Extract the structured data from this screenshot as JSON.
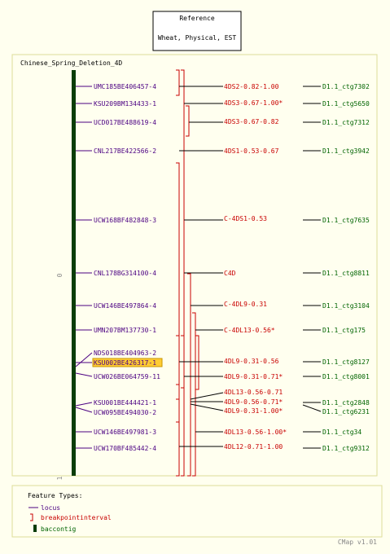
{
  "reference": {
    "title": "Reference",
    "subtitle": "Wheat, Physical, EST"
  },
  "map": {
    "name": "Chinese_Spring_Deletion_4D",
    "scale_top": "0",
    "scale_bottom": "1"
  },
  "loci": [
    {
      "label": "UMC185BE406457-4"
    },
    {
      "label": "KSU209BM134433-1"
    },
    {
      "label": "UCD017BE488619-4"
    },
    {
      "label": "CNL217BE422566-2"
    },
    {
      "label": "UCW168BF482848-3"
    },
    {
      "label": "CNL178BG314100-4"
    },
    {
      "label": "UCW146BE497864-4"
    },
    {
      "label": "UMN207BM137730-1"
    },
    {
      "label": "NDS018BE404963-2"
    },
    {
      "label": "KSU002BE426317-1",
      "highlight": true
    },
    {
      "label": "UCW026BE064759-11"
    },
    {
      "label": "KSU001BE444421-1"
    },
    {
      "label": "UCW095BE494030-2"
    },
    {
      "label": "UCW146BE497981-3"
    },
    {
      "label": "UCW170BF485442-4"
    }
  ],
  "intervals": [
    {
      "label": "4DS2-0.82-1.00"
    },
    {
      "label": "4DS3-0.67-1.00*"
    },
    {
      "label": "4DS3-0.67-0.82"
    },
    {
      "label": "4DS1-0.53-0.67"
    },
    {
      "label": "C-4DS1-0.53"
    },
    {
      "label": "C4D"
    },
    {
      "label": "C-4DL9-0.31"
    },
    {
      "label": "C-4DL13-0.56*"
    },
    {
      "label": "4DL9-0.31-0.56"
    },
    {
      "label": "4DL9-0.31-0.71*"
    },
    {
      "label": "4DL13-0.56-0.71"
    },
    {
      "label": "4DL9-0.56-0.71*"
    },
    {
      "label": "4DL9-0.31-1.00*"
    },
    {
      "label": "4DL13-0.56-1.00*"
    },
    {
      "label": "4DL12-0.71-1.00"
    }
  ],
  "contigs": [
    {
      "label": "D1.1_ctg7302"
    },
    {
      "label": "D1.1_ctg5650"
    },
    {
      "label": "D1.1_ctg7312"
    },
    {
      "label": "D1.1_ctg3942"
    },
    {
      "label": "D1.1_ctg7635"
    },
    {
      "label": "D1.1_ctg8811"
    },
    {
      "label": "D1.1_ctg3104"
    },
    {
      "label": "D1.1_ctg175"
    },
    {
      "label": "D1.1_ctg8127"
    },
    {
      "label": "D1.1_ctg8001"
    },
    {
      "label": "D1.1_ctg2848"
    },
    {
      "label": "D1.1_ctg6231"
    },
    {
      "label": "D1.1_ctg34"
    },
    {
      "label": "D1.1_ctg9312"
    }
  ],
  "legend": {
    "title": "Feature Types:",
    "items": [
      {
        "label": "locus",
        "icon": "line-icon"
      },
      {
        "label": "breakpointinterval",
        "icon": "bracket-icon"
      },
      {
        "label": "baccontig",
        "icon": "bar-icon"
      }
    ]
  },
  "footer": {
    "version": "CMap v1.01"
  },
  "colors": {
    "background": "#ffffef",
    "locus": "#4b0082",
    "interval": "#c80000",
    "contig": "#006400",
    "highlight": "#ffcc33",
    "panel_border": "#dddd99"
  }
}
